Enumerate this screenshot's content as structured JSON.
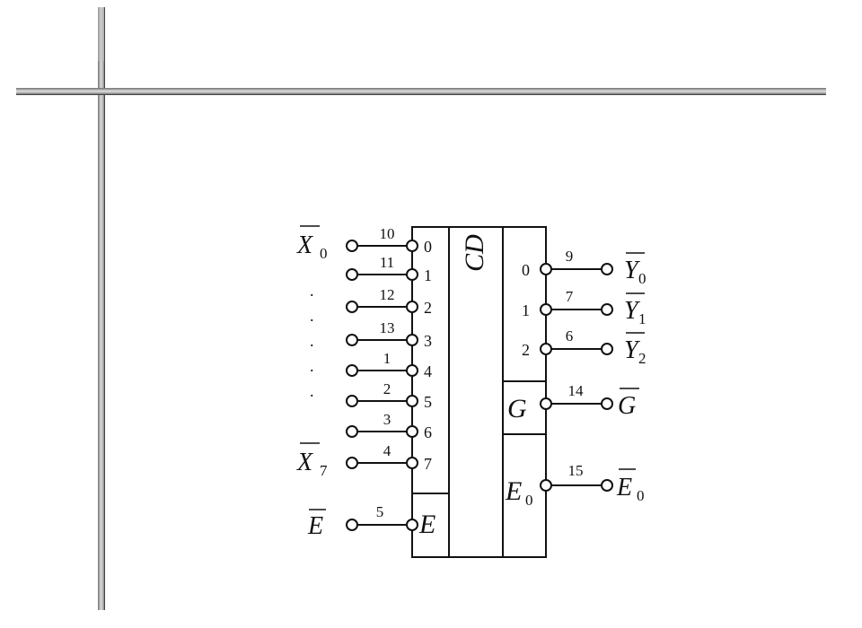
{
  "chip": {
    "label": "CD",
    "enable_label": "E",
    "g_label": "G",
    "e0_label": "E",
    "e0_sub": "0"
  },
  "inputs": [
    {
      "signal": "X",
      "sub": "0",
      "pin": "10",
      "index": "0"
    },
    {
      "signal": "",
      "sub": "",
      "pin": "11",
      "index": "1"
    },
    {
      "signal": "",
      "sub": "",
      "pin": "12",
      "index": "2"
    },
    {
      "signal": "",
      "sub": "",
      "pin": "13",
      "index": "3"
    },
    {
      "signal": "",
      "sub": "",
      "pin": "1",
      "index": "4"
    },
    {
      "signal": "",
      "sub": "",
      "pin": "2",
      "index": "5"
    },
    {
      "signal": "",
      "sub": "",
      "pin": "3",
      "index": "6"
    },
    {
      "signal": "X",
      "sub": "7",
      "pin": "4",
      "index": "7"
    }
  ],
  "enable": {
    "signal": "E",
    "pin": "5"
  },
  "outputs": [
    {
      "index": "0",
      "pin": "9",
      "signal": "Y",
      "sub": "0"
    },
    {
      "index": "1",
      "pin": "7",
      "signal": "Y",
      "sub": "1"
    },
    {
      "index": "2",
      "pin": "6",
      "signal": "Y",
      "sub": "2"
    }
  ],
  "g_output": {
    "pin": "14",
    "signal": "G"
  },
  "e0_output": {
    "pin": "15",
    "signal": "E",
    "sub": "0"
  },
  "ellipsis_dot": "."
}
